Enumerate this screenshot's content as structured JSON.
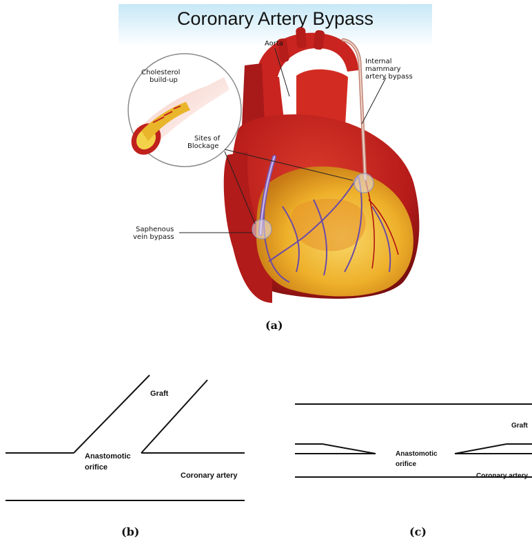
{
  "panel_a": {
    "title": "Coronary Artery Bypass",
    "labels": {
      "aorta": "Aorta",
      "internal_mammary_1": "Internal",
      "internal_mammary_2": "mammary",
      "internal_mammary_3": "artery bypass",
      "cholesterol_1": "Cholesterol",
      "cholesterol_2": "build-up",
      "blockage_1": "Sites of",
      "blockage_2": "Blockage",
      "saphenous_1": "Saphenous",
      "saphenous_2": "vein bypass"
    },
    "caption": "(a)"
  },
  "panel_b": {
    "graft": "Graft",
    "orifice_1": "Anastomotic",
    "orifice_2": "orifice",
    "artery": "Coronary artery",
    "caption": "(b)"
  },
  "panel_c": {
    "graft": "Graft",
    "orifice_1": "Anastomotic",
    "orifice_2": "orifice",
    "artery": "Coronary artery",
    "caption": "(c)"
  },
  "colors": {
    "heart_red": "#c0201e",
    "fat_yellow": "#f1b72a",
    "vein_purple": "#7a56b0",
    "line": "#111111"
  }
}
